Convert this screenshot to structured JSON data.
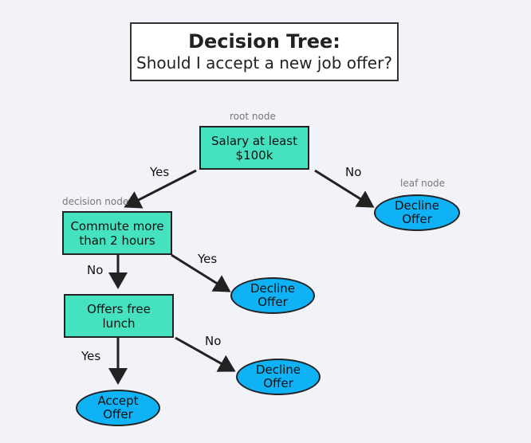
{
  "title": {
    "main": "Decision Tree:",
    "sub": "Should I accept a new job offer?"
  },
  "captions": {
    "root": "root node",
    "decision": "decision node",
    "leaf": "leaf node"
  },
  "nodes": {
    "salary": "Salary at least\n$100k",
    "commute": "Commute more\nthan 2 hours",
    "lunch": "Offers free\nlunch",
    "decline1": "Decline\nOffer",
    "decline2": "Decline\nOffer",
    "decline3": "Decline\nOffer",
    "accept": "Accept\nOffer"
  },
  "edges": {
    "salary_yes": "Yes",
    "salary_no": "No",
    "commute_no": "No",
    "commute_yes": "Yes",
    "lunch_yes": "Yes",
    "lunch_no": "No"
  },
  "colors": {
    "decision_fill": "#44e2bf",
    "leaf_fill": "#0fb2f5",
    "background": "#f1f3f8"
  }
}
